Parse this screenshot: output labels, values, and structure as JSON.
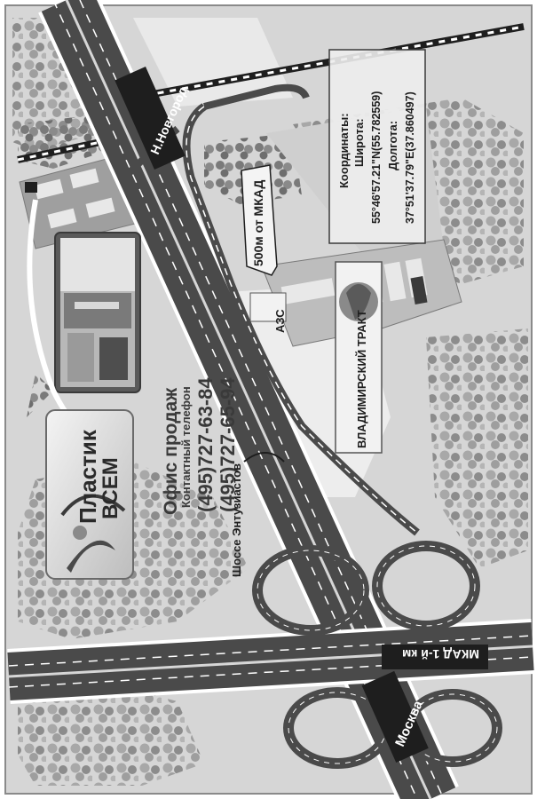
{
  "roads": {
    "n_novgorod": "Н.Новгород",
    "moskva": "Москва",
    "mkad": "МКАД 1-й км",
    "shosse": "Шоссе Энтузиастов",
    "distance": "500м от МКАД",
    "gas_station": "АЗС"
  },
  "coordinates": {
    "title": "Координаты:",
    "lat_label": "Широта:",
    "lat_value": "55°46'57.21\"N(55.782559)",
    "lon_label": "Долгота:",
    "lon_value": "37°51'37.79\"E(37.860497)"
  },
  "office": {
    "title": "Офис продаж",
    "phone_label": "Контактный телефон",
    "phone1": "(495)727-63-84",
    "phone2": "(495)727-65-94"
  },
  "logo": {
    "brand_line1": "Пластик",
    "brand_line2": "ВСЕМ"
  },
  "trade_center": {
    "name": "ВЛАДИМИРСКИЙ ТРАКТ"
  },
  "colors": {
    "background": "#d6d6d6",
    "frame": "#8a8a8a",
    "road": "#4a4a4a",
    "road_edge": "#ffffff",
    "tree": "#9a9a9a",
    "building": "#e8e8e8",
    "rail": "#1e1e1e"
  }
}
